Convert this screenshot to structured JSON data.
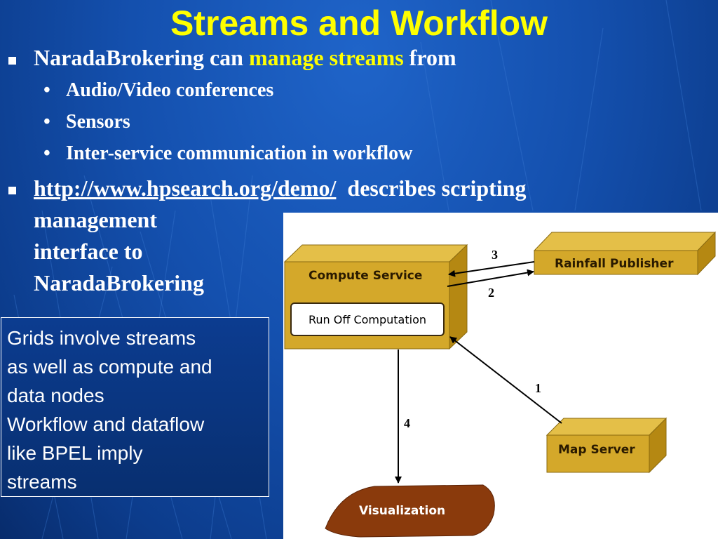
{
  "slide": {
    "title": "Streams and Workflow",
    "bullet1": {
      "prefix": "NaradaBrokering can ",
      "highlight": "manage streams",
      "suffix": " from"
    },
    "sub_bullets": [
      "Audio/Video conferences",
      "Sensors",
      "Inter-service communication in workflow"
    ],
    "bullet2": {
      "link": "http://www.hpsearch.org/demo/",
      "rest_line1": "describes scripting",
      "line2": "management",
      "line3": "interface to",
      "line4": "NaradaBrokering"
    },
    "note": [
      "Grids involve streams",
      "as well as compute and",
      "data nodes",
      "Workflow and dataflow",
      "like BPEL imply",
      "streams"
    ]
  },
  "diagram": {
    "compute_service": "Compute Service",
    "run_off": "Run Off Computation",
    "rainfall_publisher": "Rainfall Publisher",
    "map_server": "Map Server",
    "visualization": "Visualization",
    "step_1": "1",
    "step_2": "2",
    "step_3": "3",
    "step_4": "4"
  },
  "colors": {
    "title": "#ffff00",
    "highlight": "#ffff00",
    "box_gold": "#d4a82a",
    "box_gold_top": "#e4bf48",
    "box_gold_side": "#b58812",
    "visualization": "#8a3a0c"
  }
}
